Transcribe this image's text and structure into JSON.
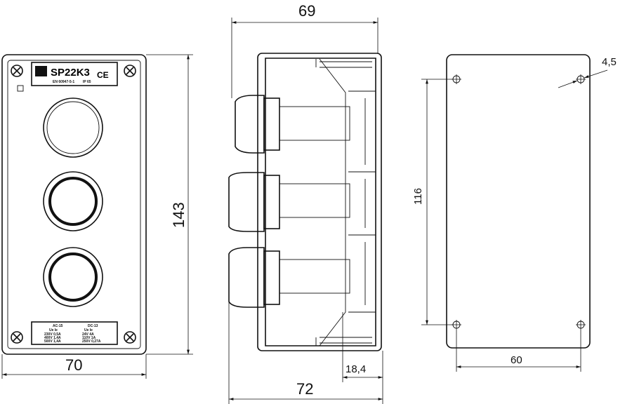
{
  "drawing": {
    "front_label": {
      "model": "SP22K3",
      "standard": "EN 60947-5-1",
      "ip": "IP 65",
      "ce": "CE"
    },
    "rating_label": {
      "ac_title": "AC-15",
      "ac_head": "Ue  Ie",
      "ac_rows": [
        "230V  0,5A",
        "400V  1,4A",
        "500V  1,4A"
      ],
      "dc_title": "DC-13",
      "dc_head": "Ue  Ie",
      "dc_rows": [
        "24V  4A",
        "110V  1A",
        "250V  0,27A"
      ]
    },
    "dimensions": {
      "front_width": "70",
      "front_height": "143",
      "side_depth_top": "69",
      "side_depth_bottom": "72",
      "side_back": "18,4",
      "plate_hole_vertical": "116",
      "plate_hole_horizontal": "60",
      "hole_diameter": "4,5"
    }
  }
}
